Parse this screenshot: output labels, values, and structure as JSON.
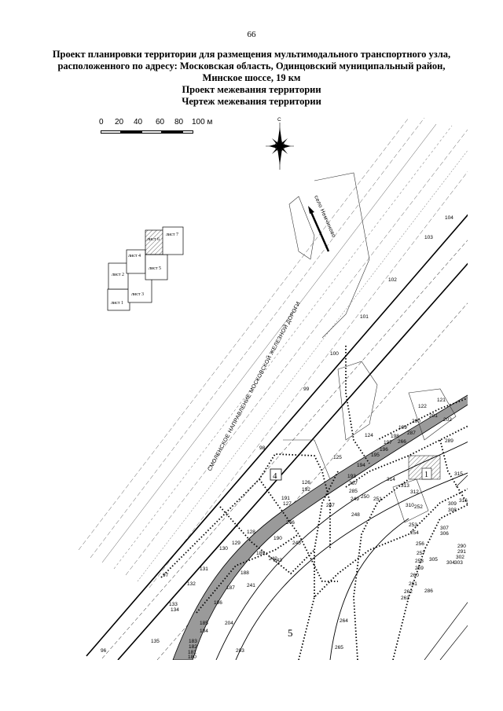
{
  "page_number": "66",
  "title": {
    "line1": "Проект планировки территории для размещения мультимодального транспортного узла,",
    "line2": "расположенного по адресу: Московская область, Одинцовский муниципальный район,",
    "line3": "Минское шоссе, 19 км",
    "line4": "Проект межевания территории",
    "line5": "Чертеж межевания территории"
  },
  "scale_bar": {
    "labels": [
      "0",
      "20",
      "40",
      "60",
      "80",
      "100 м"
    ]
  },
  "compass": {
    "north_label": "С"
  },
  "sheet_index": {
    "sheets": [
      "лист 1",
      "лист 2",
      "лист 3",
      "лист 4",
      "лист 5",
      "лист 6",
      "лист 7"
    ]
  },
  "map_labels": {
    "railway": "СМОЛЕНСКОЕ НАПРАВЛЕНИЕ МОСКОВСКОЙ ЖЕЛЕЗНОЙ ДОРОГИ",
    "village": "село Немчиново",
    "zone_4": "4",
    "zone_5": "5",
    "zone_1": "1"
  },
  "point_numbers": [
    "104",
    "103",
    "102",
    "101",
    "100",
    "99",
    "98",
    "97",
    "96",
    "122",
    "121",
    "124",
    "125",
    "126",
    "127",
    "128",
    "129",
    "130",
    "131",
    "132",
    "133",
    "134",
    "135",
    "180",
    "181",
    "182",
    "183",
    "184",
    "185",
    "186",
    "187",
    "188",
    "189",
    "190",
    "191",
    "192",
    "193",
    "194",
    "195",
    "196",
    "197",
    "198",
    "199",
    "200",
    "201",
    "202",
    "203",
    "204",
    "241",
    "242",
    "243",
    "245",
    "246",
    "247",
    "248",
    "249",
    "250",
    "251",
    "252",
    "253",
    "254",
    "256",
    "257",
    "258",
    "259",
    "260",
    "261",
    "262",
    "263",
    "264",
    "265",
    "266",
    "267",
    "285",
    "286",
    "287",
    "289",
    "290",
    "291",
    "302",
    "303",
    "304",
    "305",
    "306",
    "307",
    "308",
    "309",
    "310",
    "312",
    "313",
    "314",
    "315",
    "316",
    "317",
    "318",
    "319"
  ]
}
